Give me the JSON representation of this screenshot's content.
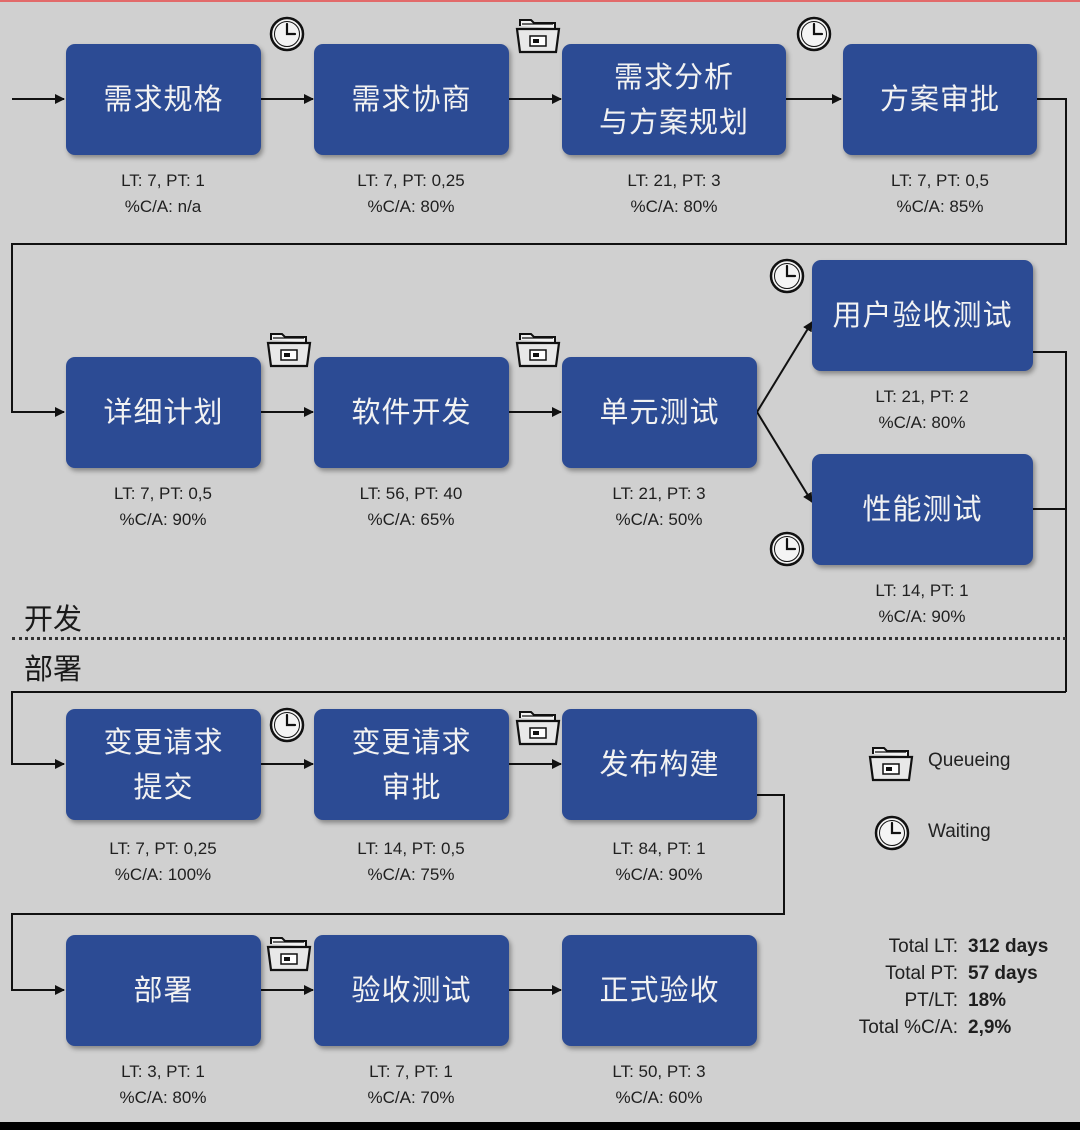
{
  "phases": {
    "dev": "开发",
    "deploy": "部署"
  },
  "steps": [
    {
      "id": "s1",
      "label": "需求规格",
      "lt_pt": "LT: 7, PT: 1",
      "ca": "%C/A: n/a"
    },
    {
      "id": "s2",
      "label": "需求协商",
      "lt_pt": "LT: 7, PT: 0,25",
      "ca": "%C/A: 80%"
    },
    {
      "id": "s3",
      "label": "需求分析\n与方案规划",
      "lt_pt": "LT: 21, PT: 3",
      "ca": "%C/A: 80%"
    },
    {
      "id": "s4",
      "label": "方案审批",
      "lt_pt": "LT: 7, PT: 0,5",
      "ca": "%C/A: 85%"
    },
    {
      "id": "s5",
      "label": "详细计划",
      "lt_pt": "LT: 7, PT: 0,5",
      "ca": "%C/A: 90%"
    },
    {
      "id": "s6",
      "label": "软件开发",
      "lt_pt": "LT: 56, PT: 40",
      "ca": "%C/A: 65%"
    },
    {
      "id": "s7",
      "label": "单元测试",
      "lt_pt": "LT: 21, PT: 3",
      "ca": "%C/A: 50%"
    },
    {
      "id": "s8",
      "label": "用户验收测试",
      "lt_pt": "LT: 21, PT: 2",
      "ca": "%C/A: 80%"
    },
    {
      "id": "s9",
      "label": "性能测试",
      "lt_pt": "LT: 14, PT: 1",
      "ca": "%C/A: 90%"
    },
    {
      "id": "s10",
      "label": "变更请求\n提交",
      "lt_pt": "LT: 7, PT: 0,25",
      "ca": "%C/A: 100%"
    },
    {
      "id": "s11",
      "label": "变更请求\n审批",
      "lt_pt": "LT: 14, PT: 0,5",
      "ca": "%C/A: 75%"
    },
    {
      "id": "s12",
      "label": "发布构建",
      "lt_pt": "LT: 84, PT: 1",
      "ca": "%C/A: 90%"
    },
    {
      "id": "s13",
      "label": "部署",
      "lt_pt": "LT: 3, PT: 1",
      "ca": "%C/A: 80%"
    },
    {
      "id": "s14",
      "label": "验收测试",
      "lt_pt": "LT: 7, PT: 1",
      "ca": "%C/A: 70%"
    },
    {
      "id": "s15",
      "label": "正式验收",
      "lt_pt": "LT: 50, PT: 3",
      "ca": "%C/A: 60%"
    }
  ],
  "legend": {
    "queueing": "Queueing",
    "waiting": "Waiting"
  },
  "summary": [
    {
      "key": "Total LT:",
      "value": "312 days"
    },
    {
      "key": "Total PT:",
      "value": "57 days"
    },
    {
      "key": "PT/LT:",
      "value": "18%"
    },
    {
      "key": "Total %C/A:",
      "value": "2,9%"
    }
  ],
  "icons": {
    "queue": "folder-tray-icon",
    "wait": "clock-icon"
  },
  "colors": {
    "box": "#2c4b94",
    "background": "#d0d0d0",
    "text": "#1f1f1f"
  }
}
